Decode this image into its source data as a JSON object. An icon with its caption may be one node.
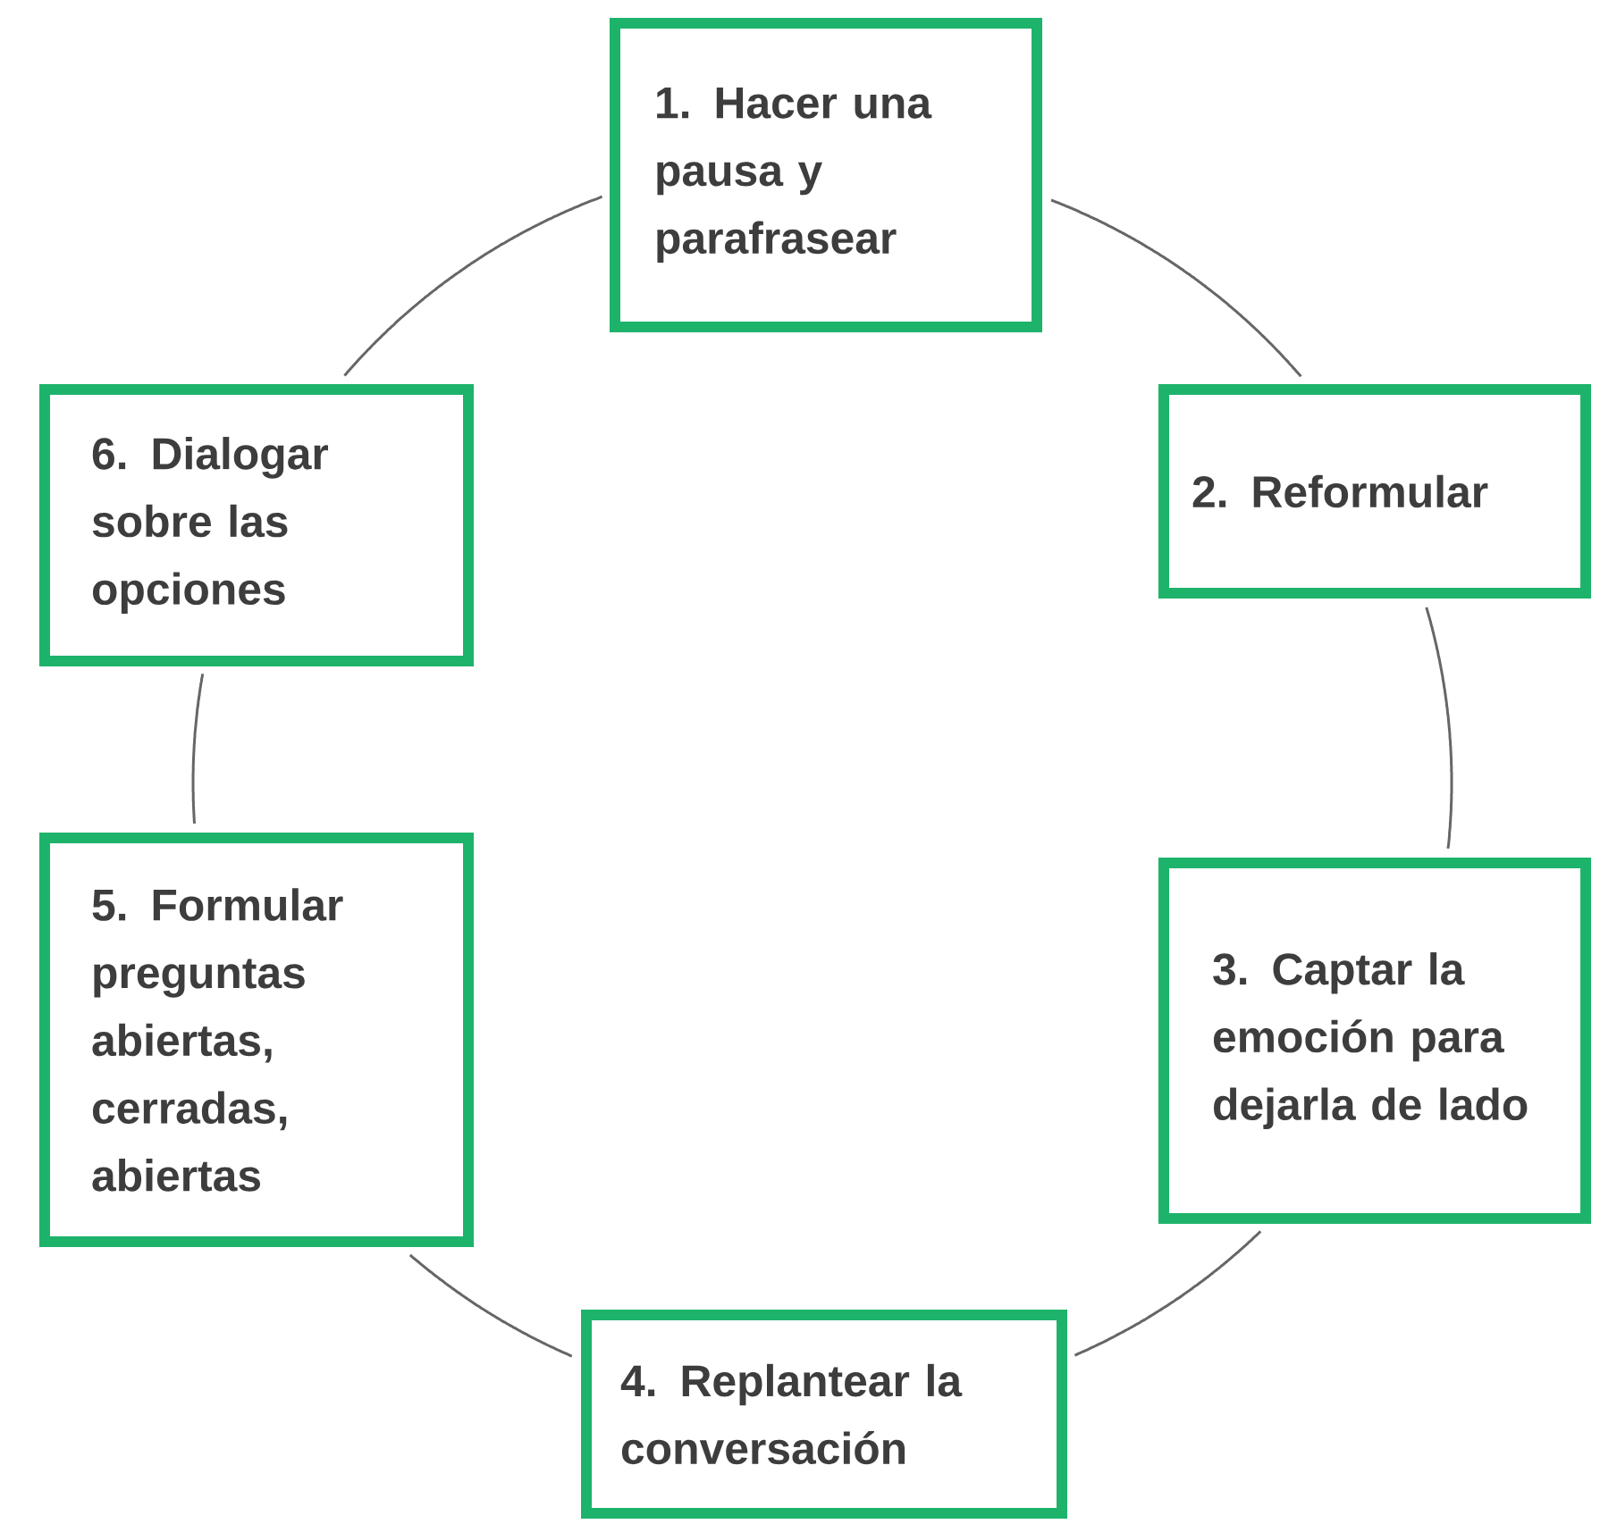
{
  "diagram": {
    "nodes": [
      {
        "text": [
          "1. Hacer una pausa y parafrasear"
        ]
      },
      {
        "text": [
          "2. Reformular"
        ]
      },
      {
        "text": [
          "3. Captar la emoción para dejarla de lado"
        ]
      },
      {
        "text": [
          "4. Replantear la conversación"
        ]
      },
      {
        "text": [
          "5. Formular preguntas abiertas, cerradas, abiertas"
        ]
      },
      {
        "text": [
          "6. Dialogar sobre las opciones"
        ]
      }
    ],
    "edges": [
      {
        "from": 0,
        "to": 1,
        "arrow": "none"
      },
      {
        "from": 1,
        "to": 2,
        "arrow": "none"
      },
      {
        "from": 2,
        "to": 3,
        "arrow": "none"
      },
      {
        "from": 3,
        "to": 4,
        "arrow": "none"
      },
      {
        "from": 4,
        "to": 5,
        "arrow": "none"
      },
      {
        "from": 5,
        "to": 0,
        "arrow": "none"
      }
    ]
  }
}
